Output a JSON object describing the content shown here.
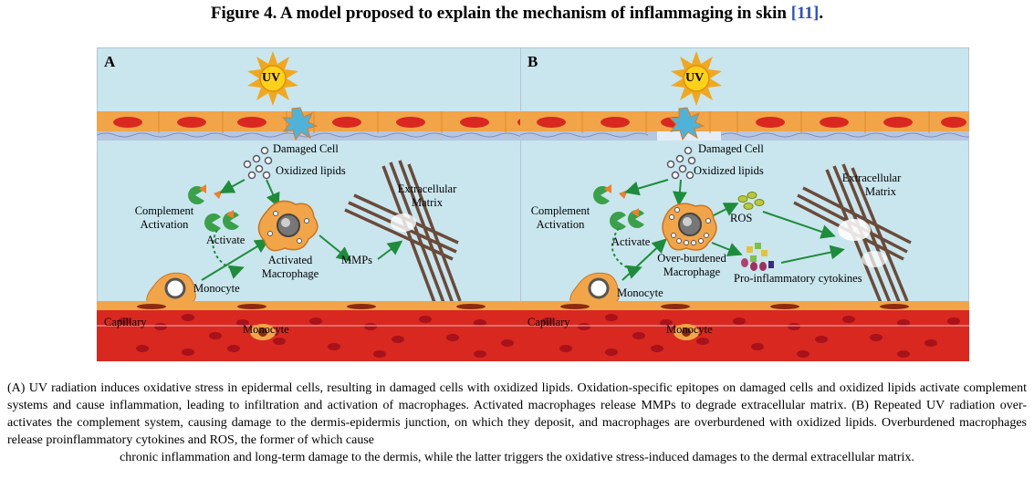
{
  "figure": {
    "title": "Figure 4. A model proposed to explain the mechanism of inflammaging in skin",
    "ref": "[11]",
    "title_end": "."
  },
  "panel_a": {
    "letter": "A",
    "uv": "UV",
    "damaged_cell": "Damaged Cell",
    "oxidized_lipids": "Oxidized lipids",
    "complement": "Complement",
    "activation": "Activation",
    "activate": "Activate",
    "activated": "Activated",
    "macrophage": "Macrophage",
    "mmps": "MMPs",
    "extracellular": "Extracellular",
    "matrix": "Matrix",
    "monocyte": "Monocyte",
    "capillary": "Capillary",
    "monocyte_vessel": "Monocyte"
  },
  "panel_b": {
    "letter": "B",
    "uv": "UV",
    "damaged_cell": "Damaged Cell",
    "oxidized_lipids": "Oxidized lipids",
    "complement": "Complement",
    "activation": "Activation",
    "activate": "Activate",
    "over_burdened": "Over-burdened",
    "macrophage": "Macrophage",
    "ros": "ROS",
    "pro_inflammatory": "Pro-inflammatory cytokines",
    "extracellular": "Extracellular",
    "matrix": "Matrix",
    "monocyte": "Monocyte",
    "capillary": "Capillary",
    "monocyte_vessel": "Monocyte"
  },
  "caption": {
    "body": "(A) UV radiation induces oxidative stress in epidermal cells, resulting in damaged cells with oxidized lipids. Oxidation-specific epitopes on damaged cells and oxidized lipids activate complement systems and cause inflammation, leading to infiltration and activation of macrophages. Activated macrophages release MMPs to degrade extracellular matrix. (B) Repeated UV radiation over-activates the complement system, causing damage to the dermis-epidermis junction, on which they deposit, and macrophages are overburdened with oxidized lipids. Overburdened macrophages release proinflammatory cytokines and ROS, the former of which cause",
    "last_line": "chronic inflammation and long-term damage to the dermis, while the latter triggers the oxidative stress-induced damages to the dermal extracellular matrix."
  },
  "colors": {
    "background": "#c9e6ee",
    "skin_orange": "#f2a548",
    "nucleus": "#d8281f",
    "vessel": "#d8281f",
    "arrow": "#1e8c3a"
  }
}
